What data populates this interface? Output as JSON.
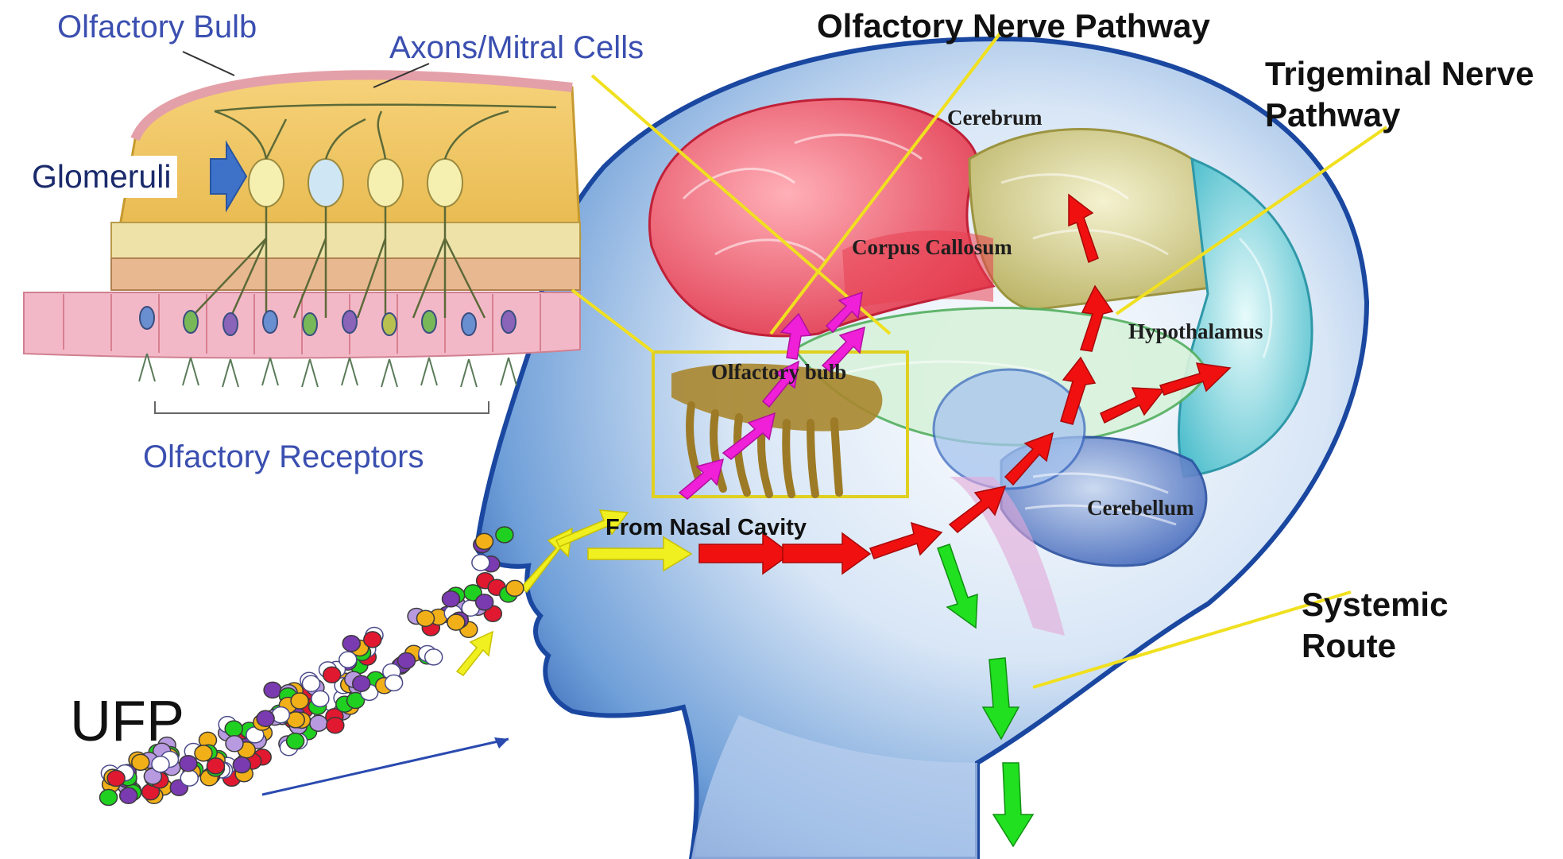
{
  "inset": {
    "olfactory_bulb": "Olfactory Bulb",
    "axons_mitral": "Axons/Mitral Cells",
    "glomeruli": "Glomeruli",
    "olfactory_receptors": "Olfactory Receptors"
  },
  "pathways": {
    "olfactory_nerve": "Olfactory Nerve Pathway",
    "trigeminal_line1": "Trigeminal Nerve",
    "trigeminal_line2": "Pathway",
    "systemic_line1": "Systemic",
    "systemic_line2": "Route"
  },
  "regions": {
    "cerebrum": "Cerebrum",
    "corpus_callosum": "Corpus Callosum",
    "hypothalamus": "Hypothalamus",
    "olfactory_bulb": "Olfactory bulb",
    "cerebellum": "Cerebellum",
    "from_nasal_cavity": "From Nasal Cavity"
  },
  "particles": {
    "label": "UFP"
  },
  "colors": {
    "olfactory_arrow": "#f020d8",
    "trigeminal_arrow": "#f01010",
    "systemic_arrow": "#20e020",
    "inhaled_arrow": "#f0f020",
    "annotation_line": "#f0e020",
    "head_blue": "#2050b0"
  }
}
